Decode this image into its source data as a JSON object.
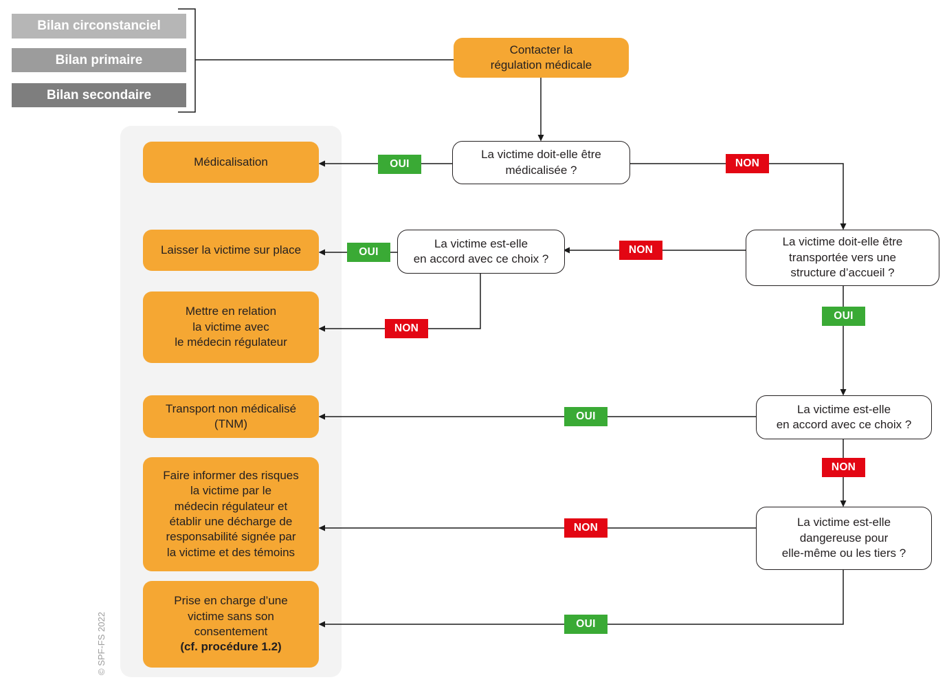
{
  "labels": {
    "yes": "OUI",
    "no": "NON"
  },
  "colors": {
    "orange": "#F5A733",
    "green": "#3AAA35",
    "red": "#E30613",
    "panel_bg": "#F3F3F3",
    "gray_light": "#B6B6B6",
    "gray_mid": "#9C9C9C",
    "gray_dark": "#7E7E7E",
    "ink": "#231F20",
    "line": "#1A1A1A",
    "copyright_gray": "#9D9D9D"
  },
  "legend": {
    "items": [
      {
        "label": "Bilan circonstanciel",
        "color": "#B6B6B6"
      },
      {
        "label": "Bilan primaire",
        "color": "#9C9C9C"
      },
      {
        "label": "Bilan secondaire",
        "color": "#7E7E7E"
      }
    ]
  },
  "start": {
    "label": "Contacter la\nrégulation médicale"
  },
  "decisions": {
    "medicalisee": {
      "label": "La victime doit-elle être\nmédicalisée ?"
    },
    "transportee": {
      "label": "La victime doit-elle être\ntransportée vers une\nstructure d’accueil ?"
    },
    "accord_choix_1": {
      "label": "La victime est-elle\nen accord avec ce choix ?"
    },
    "accord_choix_2": {
      "label": "La victime est-elle\nen accord avec ce choix ?"
    },
    "dangereuse": {
      "label": "La victime est-elle\ndangereuse pour\nelle-même ou les tiers ?"
    }
  },
  "actions": {
    "medicalisation": {
      "label": "Médicalisation"
    },
    "laisser_sur_place": {
      "label": "Laisser la victime sur place"
    },
    "mettre_en_relation": {
      "label": "Mettre en relation\nla victime avec\nle médecin régulateur"
    },
    "transport_non_medicalise": {
      "label": "Transport non médicalisé\n(TNM)"
    },
    "decharge_responsabilite": {
      "label": "Faire informer des risques\nla victime par le\nmédecin régulateur et\nétablir une décharge de\nresponsabilité signée par\nla victime et des témoins"
    },
    "sans_consentement": {
      "label": "Prise en charge d’une\nvictime sans son\nconsentement",
      "note": "(cf. procédure 1.2)"
    }
  },
  "footer": {
    "copyright": "© SPF-FS 2022"
  }
}
